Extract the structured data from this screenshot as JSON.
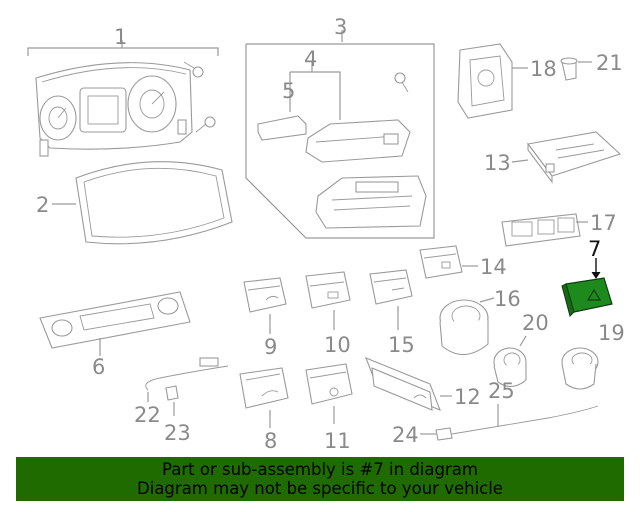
{
  "diagram": {
    "callouts": [
      "1",
      "2",
      "3",
      "4",
      "5",
      "6",
      "7",
      "8",
      "9",
      "10",
      "11",
      "12",
      "13",
      "14",
      "15",
      "16",
      "17",
      "18",
      "19",
      "20",
      "21",
      "22",
      "23",
      "24",
      "25"
    ],
    "highlighted_callout": "7"
  },
  "banner": {
    "line1": "Part or sub-assembly is #7 in diagram",
    "line2": "Diagram may not be specific to your vehicle",
    "color": "#1f6b00"
  }
}
